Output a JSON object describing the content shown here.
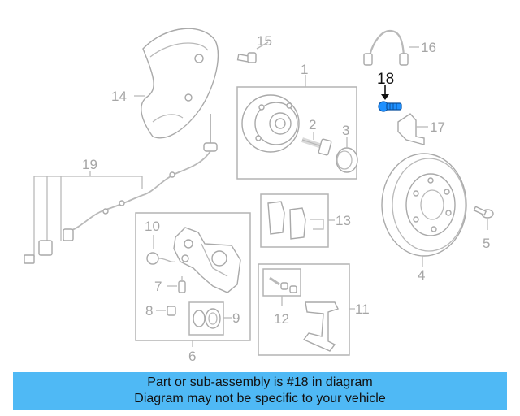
{
  "labels": {
    "l1": "1",
    "l2": "2",
    "l3": "3",
    "l4": "4",
    "l5": "5",
    "l6": "6",
    "l7": "7",
    "l8": "8",
    "l9": "9",
    "l10": "10",
    "l11": "11",
    "l12": "12",
    "l13": "13",
    "l14": "14",
    "l15": "15",
    "l16": "16",
    "l17": "17",
    "l18": "18",
    "l19": "19"
  },
  "highlight_part": "18",
  "colors": {
    "banner": "#4fb9f5",
    "highlight_part": "#1e90ff",
    "line_art": "#a9a9a9"
  },
  "banner": {
    "line1": "Part or sub-assembly is #18 in diagram",
    "line2": "Diagram may not be specific to your vehicle"
  }
}
